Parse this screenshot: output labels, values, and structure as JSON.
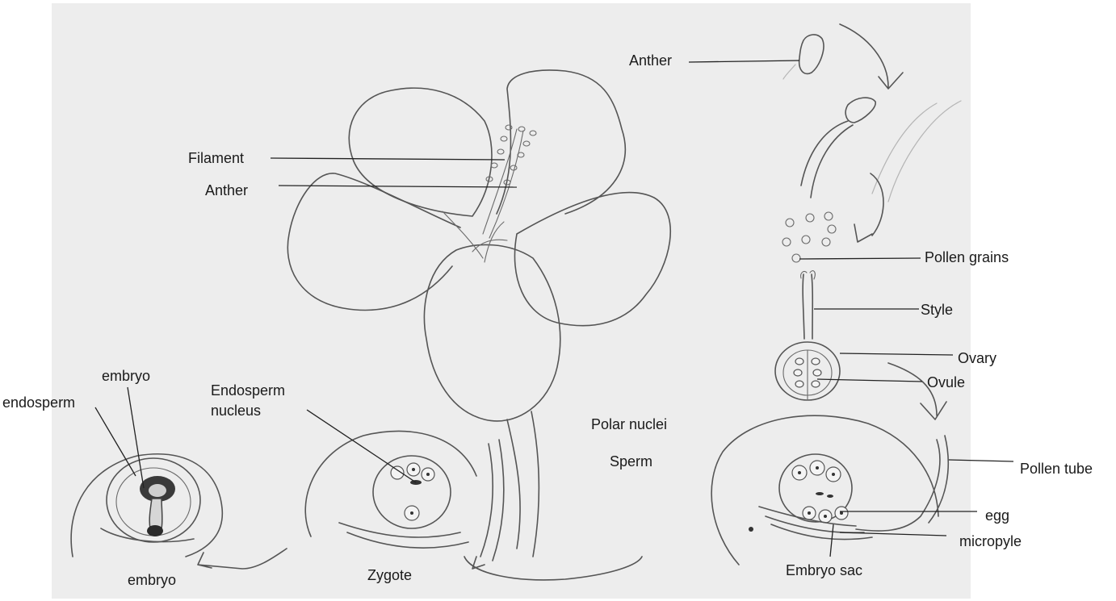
{
  "labels": {
    "anther_top": "Anther",
    "filament": "Filament",
    "anther_flower": "Anther",
    "pollen_grains": "Pollen grains",
    "style": "Style",
    "ovary": "Ovary",
    "ovule": "Ovule",
    "polar_nuclei": "Polar nuclei",
    "sperm": "Sperm",
    "pollen_tube": "Pollen tube",
    "egg": "egg",
    "micropyle": "micropyle",
    "embryo_sac": "Embryo sac",
    "endosperm_nucleus_line1": "Endosperm",
    "endosperm_nucleus_line2": "nucleus",
    "zygote": "Zygote",
    "embryo_top": "embryo",
    "endosperm": "endosperm",
    "embryo_bottom": "embryo"
  },
  "colors": {
    "paper": "#ededed",
    "pencil": "#555555",
    "text": "#1a1a1a"
  }
}
